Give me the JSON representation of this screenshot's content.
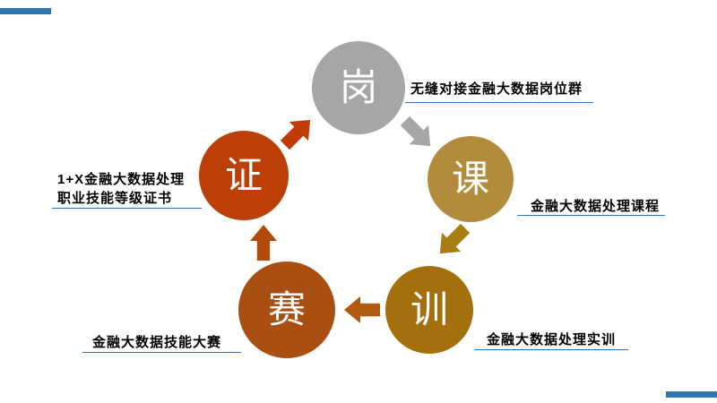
{
  "decor": {
    "accent_bar_color": "#2e75b6",
    "callout_line_color": "#2e75b6"
  },
  "nodes": [
    {
      "name": "gang",
      "char": "岗",
      "color": "#a6a6a6"
    },
    {
      "name": "ke",
      "char": "课",
      "color": "#b28c3d"
    },
    {
      "name": "xun",
      "char": "训",
      "color": "#a4700e"
    },
    {
      "name": "sai",
      "char": "赛",
      "color": "#aa4f12"
    },
    {
      "name": "zheng",
      "char": "证",
      "color": "#bc3f08"
    }
  ],
  "arrows": [
    {
      "name": "zheng-to-gang",
      "color": "#c03c05"
    },
    {
      "name": "gang-to-ke",
      "color": "#a6a6a6"
    },
    {
      "name": "ke-to-xun",
      "color": "#a97c14"
    },
    {
      "name": "xun-to-sai",
      "color": "#b05a12"
    },
    {
      "name": "sai-to-zheng",
      "color": "#b14b0a"
    }
  ],
  "callouts": {
    "gang": "无缝对接金融大数据岗位群",
    "ke": "金融大数据处理课程",
    "xun": "金融大数据处理实训",
    "sai": "金融大数据技能大赛",
    "zheng_line1": "1+X金融大数据处理",
    "zheng_line2": "职业技能等级证书"
  }
}
